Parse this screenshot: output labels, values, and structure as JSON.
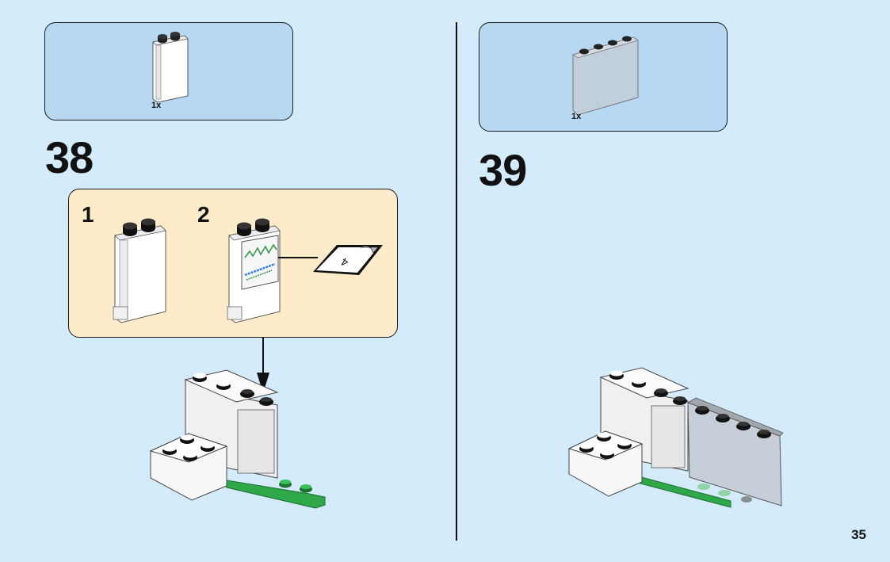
{
  "page": {
    "number": "35"
  },
  "steps": [
    {
      "number": "38",
      "parts_box": {
        "items": [
          {
            "part": "panel 1x2x3 white",
            "quantity": "1x"
          }
        ]
      },
      "sub_assembly": {
        "sub_steps": [
          {
            "number": "1",
            "part": "panel 1x2x3 white"
          },
          {
            "number": "2",
            "part": "panel with sticker",
            "sticker_number": "4"
          }
        ]
      },
      "model": "wall with white panel added, green plate base"
    },
    {
      "number": "39",
      "parts_box": {
        "items": [
          {
            "part": "panel 1x4x3 trans-clear",
            "quantity": "1x"
          }
        ]
      },
      "model": "wall with transparent panel added"
    }
  ],
  "colors": {
    "background": "#d3ebfb",
    "parts_box": "#b7d8f2",
    "sub_box": "#fdebc9",
    "green_plate": "#2fa84a"
  }
}
